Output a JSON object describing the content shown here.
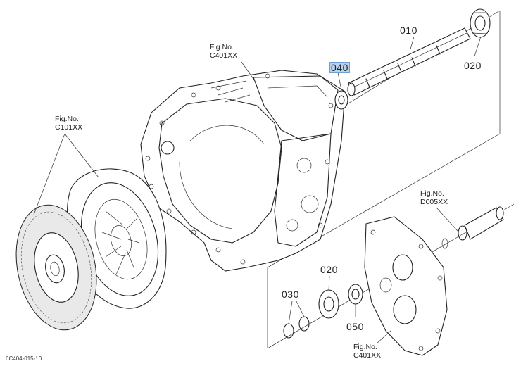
{
  "part_labels": {
    "p010": "010",
    "p020_top": "020",
    "p040": "040",
    "p020_mid": "020",
    "p030": "030",
    "p050": "050"
  },
  "figure_refs": {
    "fig_c401_top": {
      "title": "Fig.No.",
      "code": "C401XX"
    },
    "fig_c101": {
      "title": "Fig.No.",
      "code": "C101XX"
    },
    "fig_d005": {
      "title": "Fig.No.",
      "code": "D005XX"
    },
    "fig_c401_bottom": {
      "title": "Fig.No.",
      "code": "C401XX"
    }
  },
  "selected_part": "040",
  "caption": "6C404-015-10",
  "colors": {
    "highlight": "#b7d2ee",
    "line": "#222222"
  }
}
